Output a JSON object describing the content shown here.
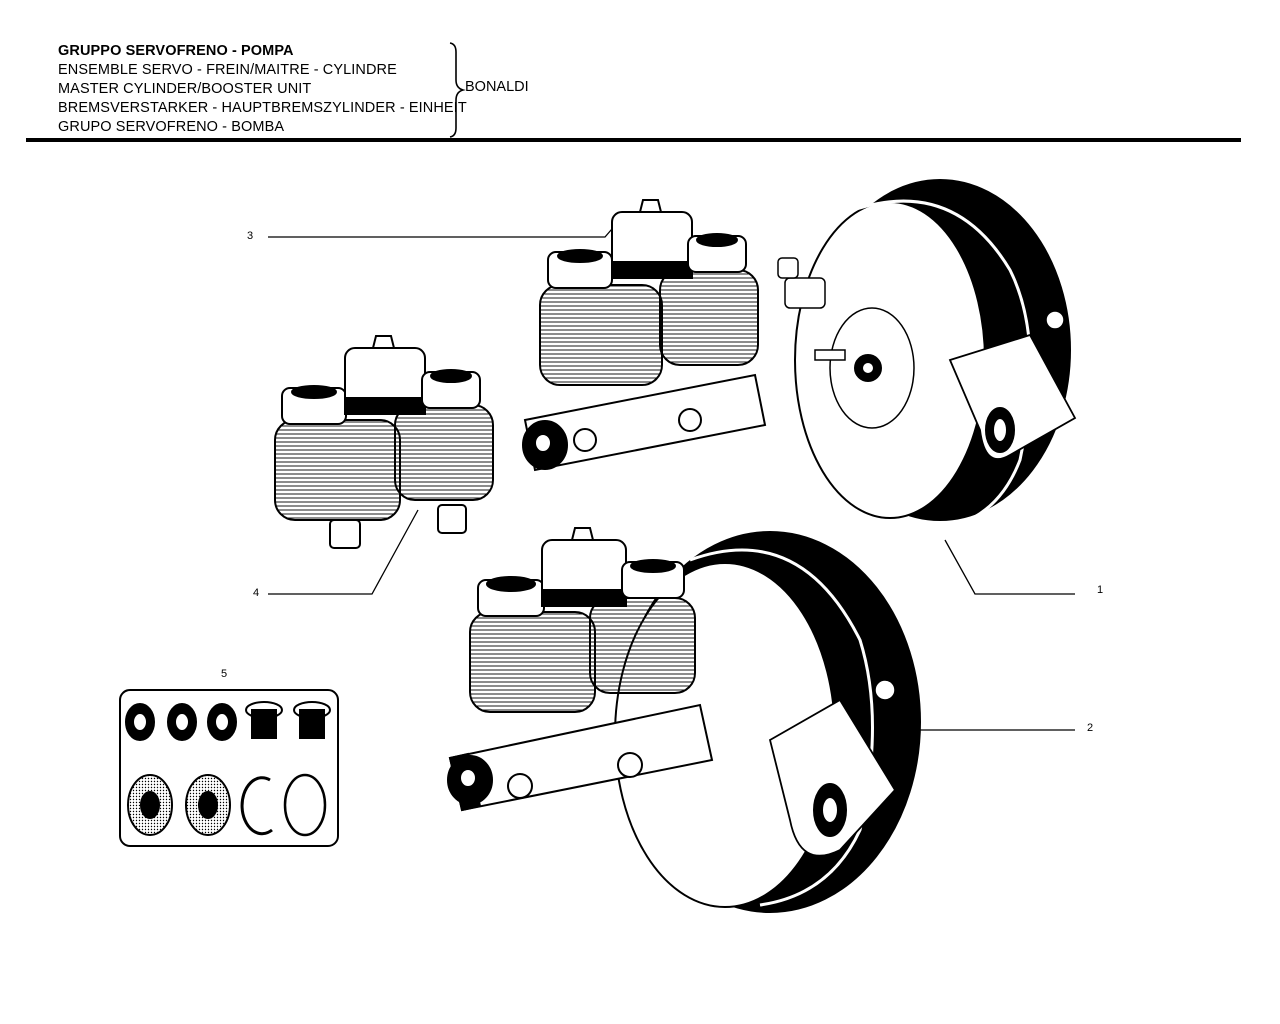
{
  "header": {
    "title_lines": [
      "GRUPPO SERVOFRENO - POMPA",
      "ENSEMBLE SERVO - FREIN/MAITRE - CYLINDRE",
      "MASTER CYLINDER/BOOSTER UNIT",
      "BREMSVERSTARKER - HAUPTBREMSZYLINDER - EINHEIT",
      "GRUPO SERVOFRENO - BOMBA"
    ],
    "manufacturer": "BONALDI"
  },
  "callouts": {
    "c1": "1",
    "c2": "2",
    "c3": "3",
    "c4": "4",
    "c5": "5"
  }
}
